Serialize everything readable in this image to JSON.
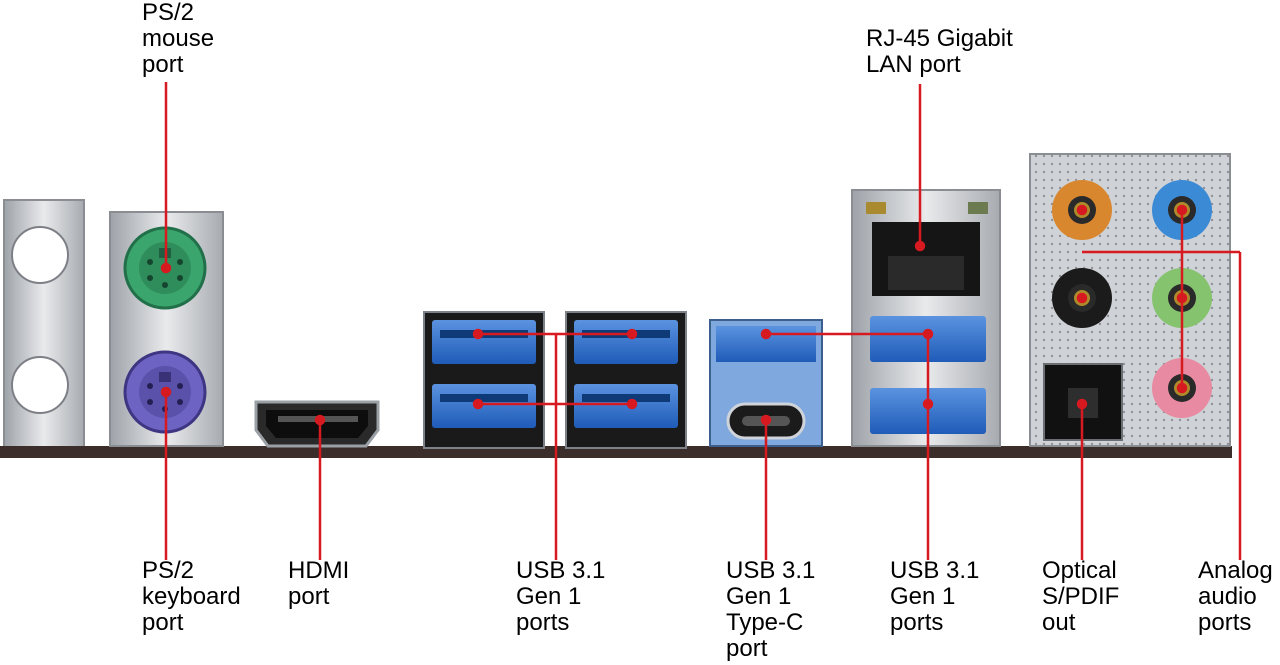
{
  "labels": {
    "ps2_mouse": "PS/2\nmouse\nport",
    "rj45": "RJ-45 Gigabit\nLAN port",
    "ps2_keyboard": "PS/2\nkeyboard\nport",
    "hdmi": "HDMI\nport",
    "usb_gen1_left": "USB 3.1\nGen 1\nports",
    "usb_typec": "USB 3.1\nGen 1\nType-C\nport",
    "usb_gen1_right": "USB 3.1\nGen 1\nports",
    "optical": "Optical\nS/PDIF\nout",
    "analog_audio": "Analog\naudio\nports"
  },
  "colors": {
    "leader": "#d71920",
    "ps2_mouse": "#3aa56c",
    "ps2_keyboard": "#6d63c2",
    "usb_blue": "#2d6fd0",
    "audio_orange": "#d8872f",
    "audio_blue": "#3b8ad6",
    "audio_green": "#86c36f",
    "audio_pink": "#e78aa2",
    "audio_black": "#1b1b1b",
    "metal": "#c9ccd0",
    "pcb": "#3b2e2a"
  }
}
